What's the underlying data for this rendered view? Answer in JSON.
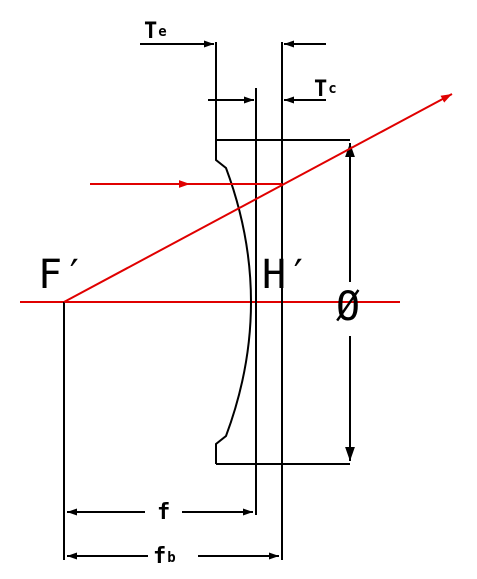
{
  "diagram": {
    "labels": {
      "focal_point": "F′",
      "principal_plane": "H′",
      "diameter": "Ø",
      "edge_thickness_main": "T",
      "edge_thickness_sub": "e",
      "center_thickness_main": "T",
      "center_thickness_sub": "c",
      "focal_length": "f",
      "back_focal_length_main": "f",
      "back_focal_length_sub": "b"
    },
    "colors": {
      "lines": "#000000",
      "rays": "#e00000",
      "background": "#ffffff"
    }
  }
}
